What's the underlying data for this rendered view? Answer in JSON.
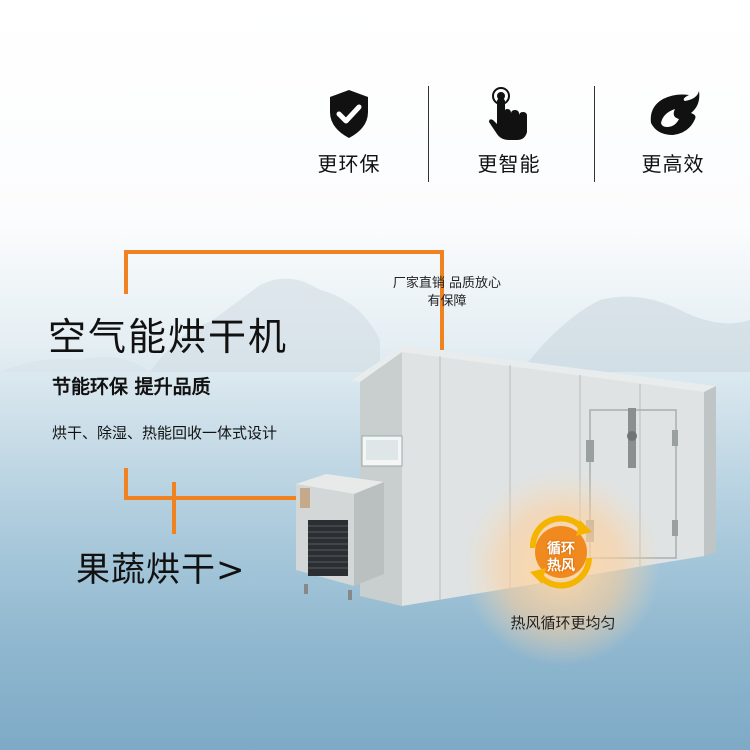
{
  "features": [
    {
      "label": "更环保",
      "icon": "shield-check-icon"
    },
    {
      "label": "更智能",
      "icon": "touch-hand-icon"
    },
    {
      "label": "更高效",
      "icon": "flame-icon"
    }
  ],
  "product": {
    "title": "空气能烘干机",
    "subtitle": "节能环保   提升品质",
    "description": "烘干、除湿、热能回收一体式设计",
    "category": "果蔬烘干>"
  },
  "factory_note": {
    "line1": "厂家直销  品质放心",
    "line2": "有保障"
  },
  "hot_air": {
    "badge_line1": "循环",
    "badge_line2": "热风",
    "caption": "热风循环更均匀"
  },
  "colors": {
    "accent": "#f08220",
    "text": "#111111"
  }
}
